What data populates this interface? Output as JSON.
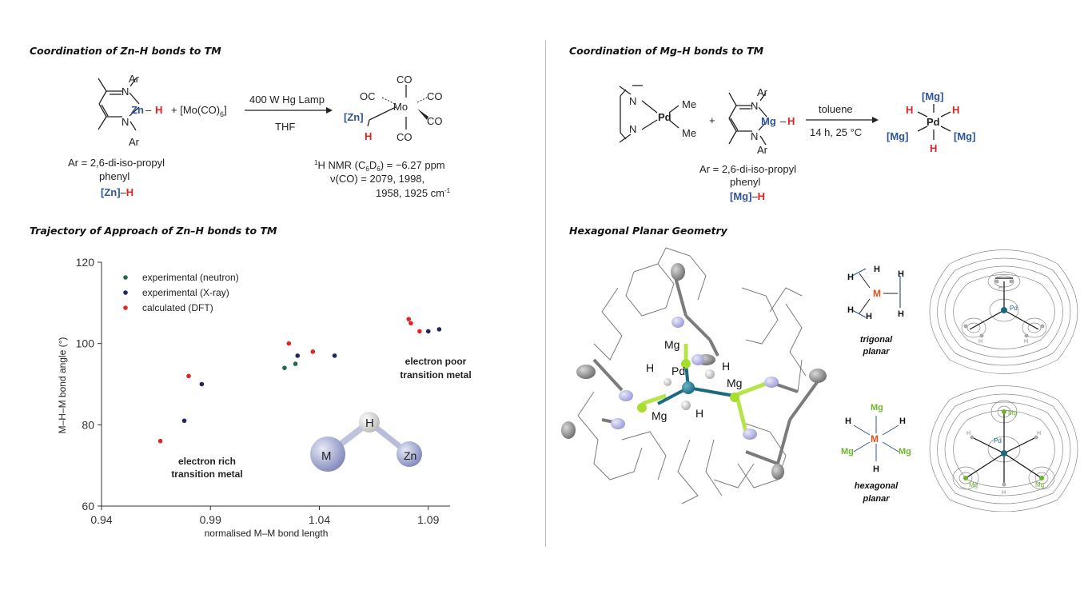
{
  "sections": {
    "zn_coord": "Coordination of Zn–H bonds to TM",
    "mg_coord": "Coordination of Mg–H bonds to TM",
    "trajectory": "Trajectory of Approach of Zn–H bonds to TM",
    "hexagonal": "Hexagonal Planar Geometry"
  },
  "zn_scheme": {
    "ar": "Ar",
    "n": "N",
    "zn": "Zn",
    "h": "H",
    "dash": "–",
    "plus_reagent": "+ [Mo(CO)",
    "reagent_sub": "6",
    "reagent_close": "]",
    "condition_top": "400 W Hg Lamp",
    "condition_bottom": "THF",
    "co": "CO",
    "oc": "OC",
    "mo": "Mo",
    "zn_label": "[Zn]",
    "ar_def_1": "Ar = 2,6-di-iso-propyl",
    "ar_def_2": "phenyl",
    "zn_h_label": "[Zn]",
    "nmr_prefix": "1",
    "nmr_text": "H NMR (C",
    "nmr_sub6": "6",
    "nmr_d": "D",
    "nmr_tail": ") = −6.27 ppm",
    "ir_1": "ν(CO) = 2079, 1998,",
    "ir_2": "1958, 1925 cm",
    "ir_sup": "-1"
  },
  "mg_scheme": {
    "me": "Me",
    "pd": "Pd",
    "n": "N",
    "ar": "Ar",
    "mg": "Mg",
    "h": "H",
    "plus": "+",
    "condition_top": "toluene",
    "condition_bottom": "14 h, 25 °C",
    "mg_label": "[Mg]",
    "ar_def_1": "Ar = 2,6-di-iso-propyl",
    "ar_def_2": "phenyl",
    "mg_h_label": "[Mg]",
    "dash": "–"
  },
  "chart_data": {
    "type": "scatter",
    "xlabel": "normalised M–M bond length",
    "ylabel": "M–H–M bond angle (°)",
    "xlim": [
      0.94,
      1.1
    ],
    "ylim": [
      60,
      120
    ],
    "xticks": [
      "0.94",
      "0.99",
      "1.04",
      "1.09"
    ],
    "yticks": [
      "60",
      "80",
      "100",
      "120"
    ],
    "legend_position": "top-left",
    "series": [
      {
        "name": "experimental (neutron)",
        "color": "#1e6b47",
        "points": [
          [
            1.024,
            94
          ],
          [
            1.029,
            95
          ]
        ]
      },
      {
        "name": "experimental (X-ray)",
        "color": "#23255e",
        "points": [
          [
            0.978,
            81
          ],
          [
            0.986,
            90
          ],
          [
            1.03,
            97
          ],
          [
            1.047,
            97
          ],
          [
            1.09,
            103
          ],
          [
            1.095,
            103.5
          ]
        ]
      },
      {
        "name": "calculated (DFT)",
        "color": "#e02525",
        "points": [
          [
            0.967,
            76
          ],
          [
            0.98,
            92
          ],
          [
            1.026,
            100
          ],
          [
            1.037,
            98
          ],
          [
            1.081,
            106
          ],
          [
            1.086,
            103
          ],
          [
            1.082,
            105
          ]
        ]
      }
    ],
    "annotations": {
      "rich_1": "electron rich",
      "rich_2": "transition metal",
      "poor_1": "electron poor",
      "poor_2": "transition metal",
      "atom_h": "H",
      "atom_m": "M",
      "atom_zn": "Zn"
    }
  },
  "hexagonal": {
    "mg": "Mg",
    "h": "H",
    "pd": "Pd",
    "m": "M",
    "trigonal_1": "trigonal",
    "trigonal_2": "planar",
    "hexagonal_1": "hexagonal",
    "hexagonal_2": "planar"
  },
  "colors": {
    "blue": "#2f5597",
    "red": "#e02020",
    "green": "#7cc23a",
    "ball_grey": "#9aa0c8"
  }
}
